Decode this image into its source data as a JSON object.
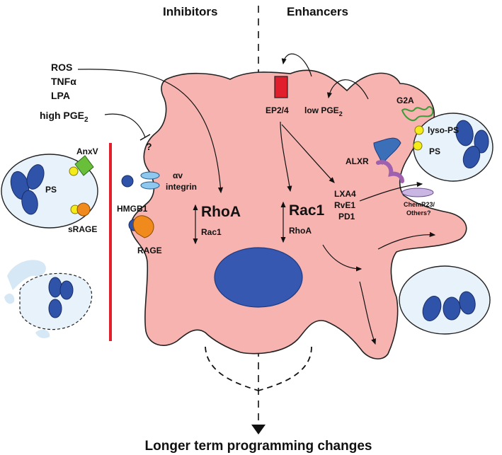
{
  "header": {
    "left_title": "Inhibitors",
    "right_title": "Enhancers"
  },
  "inhibitors": {
    "stimuli": [
      "ROS",
      "TNFα",
      "LPA"
    ],
    "high_pge2": "high PGE",
    "high_pge2_sub": "2",
    "question": "?",
    "annexin": "AnxV",
    "ps": "PS",
    "srage": "sRAGE",
    "hmgb1": "HMGB1",
    "rage": "RAGE",
    "integrin_alpha": "αv",
    "integrin": "integrin",
    "main_up": "RhoA",
    "main_down": "Rac1"
  },
  "enhancers": {
    "ep24": "EP2/4",
    "low_pge2": "low PGE",
    "low_pge2_sub": "2",
    "g2a": "G2A",
    "lyso_ps": "lyso-PS",
    "ps": "PS",
    "alxr": "ALXR",
    "mediators": [
      "LXA4",
      "RvE1",
      "PD1"
    ],
    "chemr23": "ChemR23/",
    "others": "Others?",
    "main_up": "Rac1",
    "main_down": "RhoA"
  },
  "footer": {
    "text": "Longer term programming changes"
  },
  "colors": {
    "cell": "#f6b3b0",
    "nucleus": "#3658b0",
    "barrier": "#e0202a",
    "ep_receptor": "#e01e2c",
    "annexin": "#6abf3a",
    "ps_dot": "#f4ec1a",
    "srage": "#f08a1c",
    "integrin": "#8ec8ee",
    "alxr": "#a060b0",
    "chemr23": "#c9b6e2"
  }
}
